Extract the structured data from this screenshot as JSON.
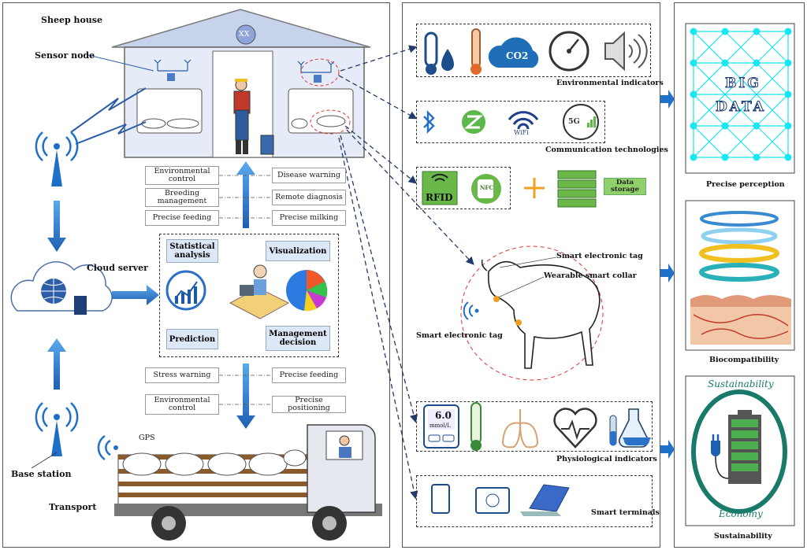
{
  "left": {
    "sheep_house": "Sheep house",
    "sensor_node": "Sensor node",
    "house_badge": "XX",
    "cloud_server": "Cloud server",
    "base_station": "Base station",
    "transport": "Transport",
    "gps": "GPS",
    "upper_left_boxes": [
      "Environmental control",
      "Breeding management",
      "Precise feeding"
    ],
    "upper_right_boxes": [
      "Disease warning",
      "Remote diagnosis",
      "Precise milking"
    ],
    "analysis": {
      "statistical": "Statistical analysis",
      "visualization": "Visualization",
      "prediction": "Prediction",
      "management": "Management decision"
    },
    "lower_left_boxes": [
      "Stress warning",
      "Environmental control"
    ],
    "lower_right_boxes": [
      "Precise feeding",
      "Precise positioning"
    ]
  },
  "middle": {
    "environmental": "Environmental indicators",
    "co2": "CO2",
    "communication": "Communication technologies",
    "wifi": "WiFi",
    "fiveg": "5G",
    "rfid": "RFID",
    "nfc": "NFC",
    "data_storage": "Data storage",
    "smart_tag_top": "Smart electronic tag",
    "collar": "Wearable smart collar",
    "smart_tag_left": "Smart electronic tag",
    "glucose_value": "6.0",
    "glucose_unit": "mmol/L",
    "physiological": "Physiological indicators",
    "terminals": "Smart terminals"
  },
  "right": {
    "big": "BIG",
    "data": "DATA",
    "precise_perception": "Precise perception",
    "biocompatibility": "Biocompatibility",
    "sustainability_top": "Sustainability",
    "economy": "Economy",
    "sustainability_bottom": "Sustainability"
  },
  "colors": {
    "blue_arrow": "#1f72c8",
    "bigdata_cyan": "#18e6f0",
    "battery_green": "#4caf50",
    "ring_teal": "#1a7a6a"
  }
}
